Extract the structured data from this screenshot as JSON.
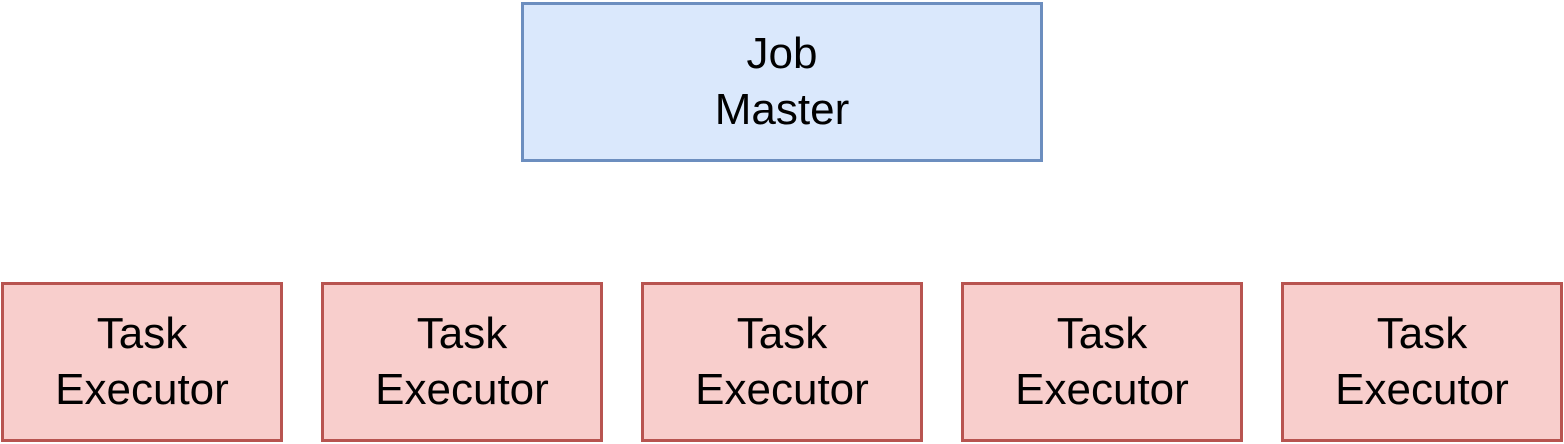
{
  "job_master": {
    "line1": "Job",
    "line2": "Master",
    "fill_color": "#dae8fc",
    "border_color": "#6c8ebf"
  },
  "task_executors": [
    {
      "line1": "Task",
      "line2": "Executor"
    },
    {
      "line1": "Task",
      "line2": "Executor"
    },
    {
      "line1": "Task",
      "line2": "Executor"
    },
    {
      "line1": "Task",
      "line2": "Executor"
    },
    {
      "line1": "Task",
      "line2": "Executor"
    }
  ],
  "executor_style": {
    "fill_color": "#f8cecc",
    "border_color": "#b85450"
  }
}
